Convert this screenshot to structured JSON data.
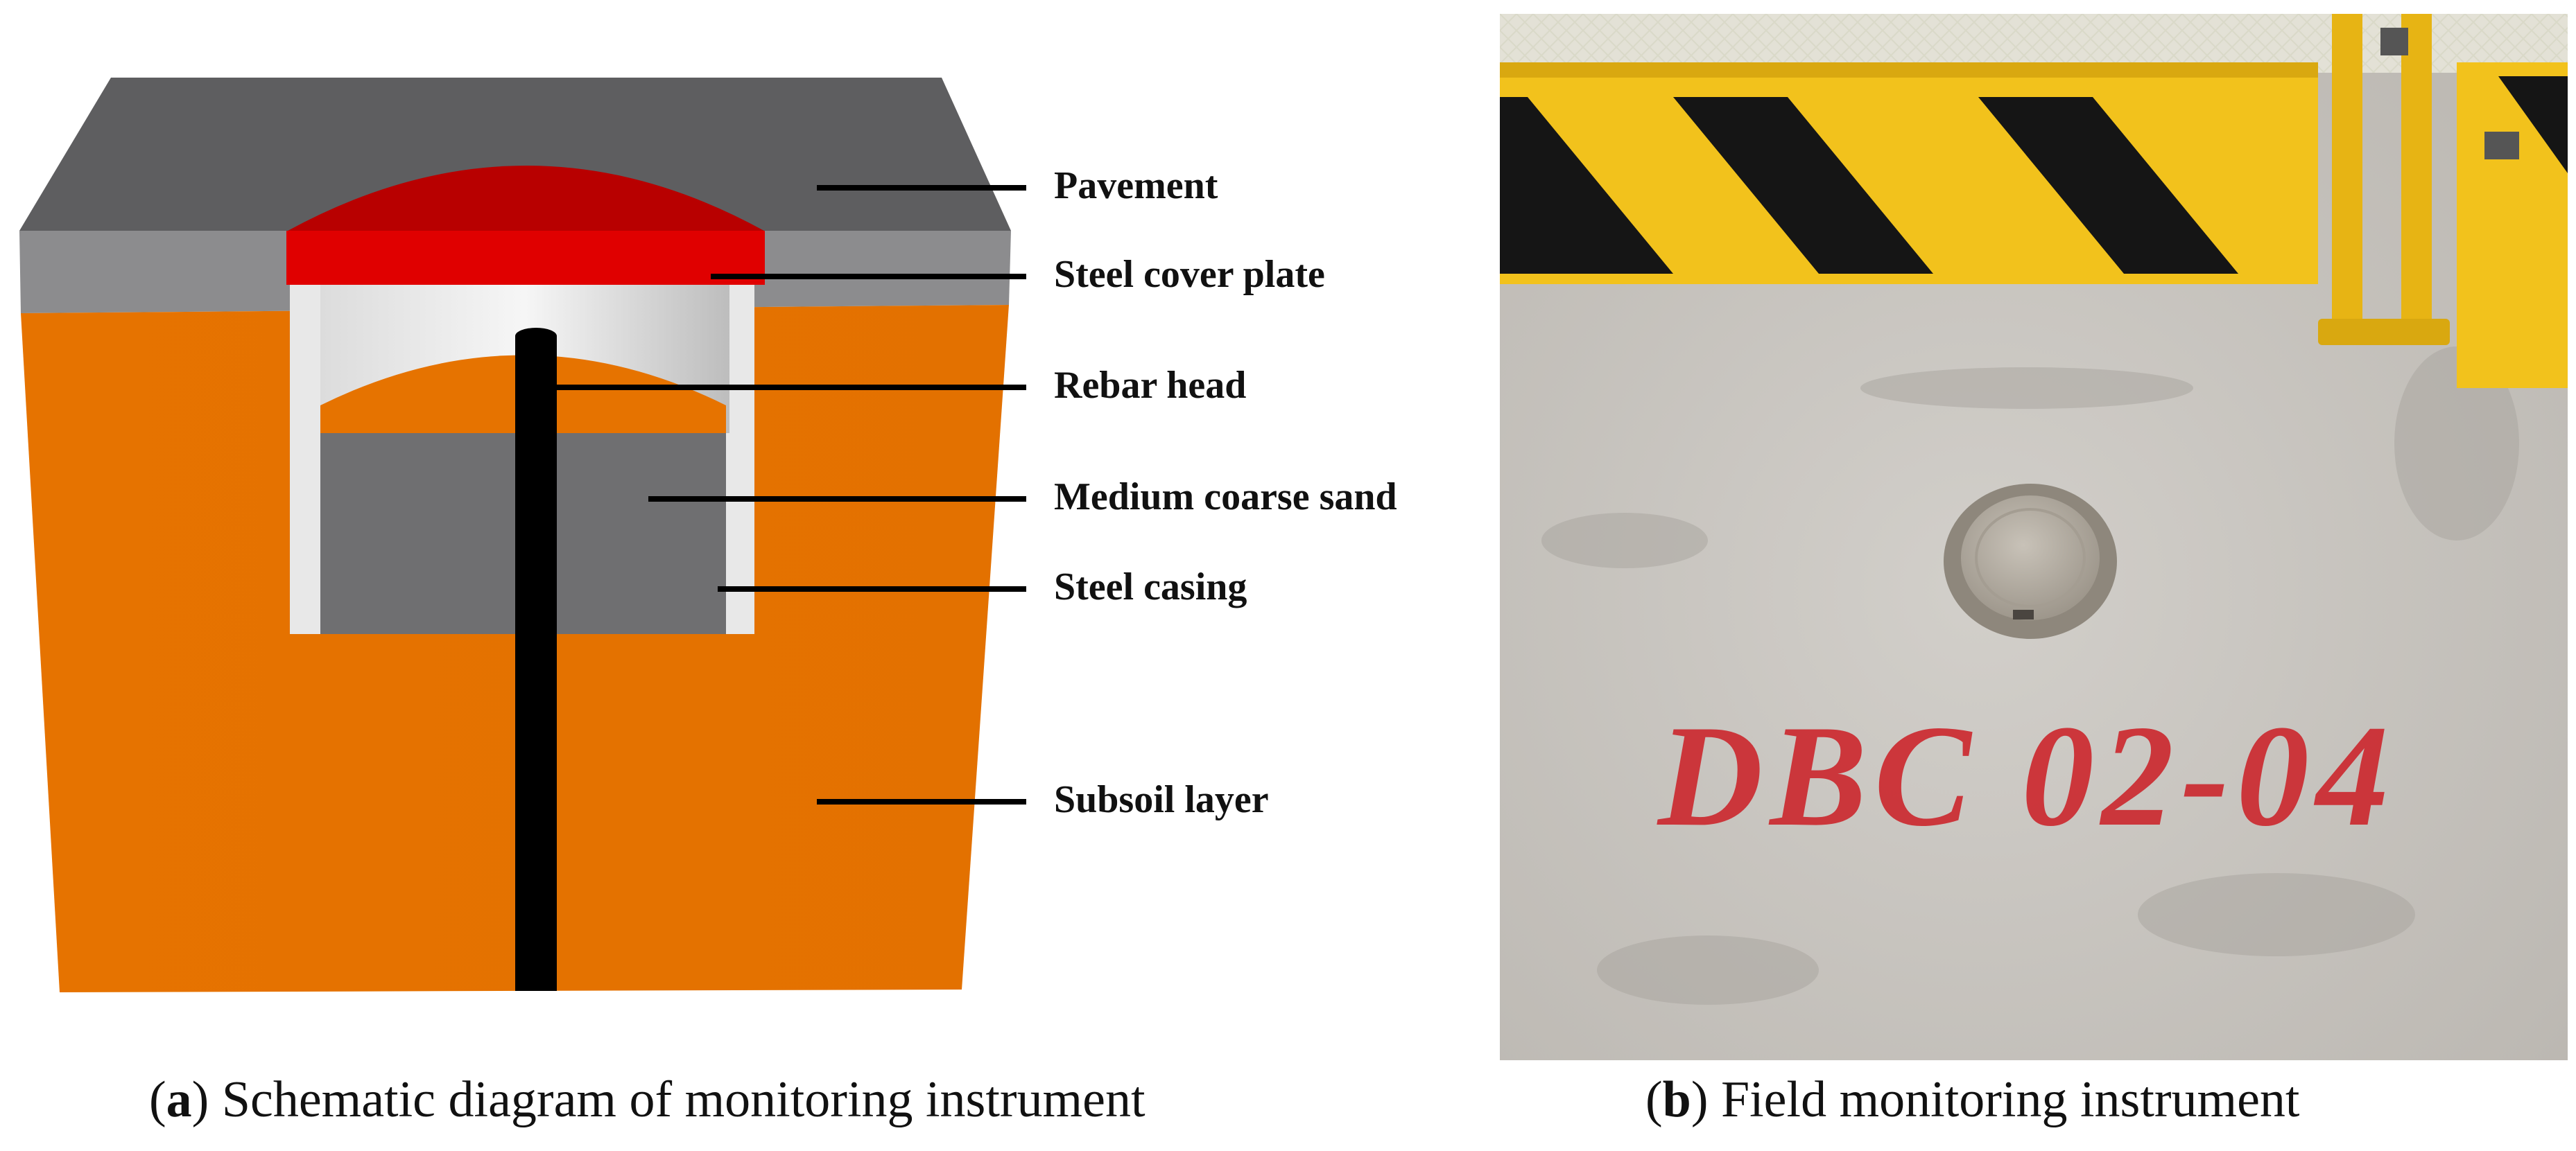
{
  "schematic": {
    "labels": {
      "pavement": "Pavement",
      "cover": "Steel cover plate",
      "rebar": "Rebar head",
      "sand": "Medium coarse sand",
      "casing": "Steel casing",
      "subsoil": "Subsoil layer"
    },
    "colors": {
      "pavement_top": "#5e5e60",
      "pavement_side": "#8c8c8e",
      "subsoil": "#e67300",
      "cover_plate": "#e00000",
      "casing": "#e8e8e8",
      "sand": "#6f6f71",
      "rebar": "#000000"
    }
  },
  "photo": {
    "marking": "DBC 02-04",
    "colors": {
      "barrier_yellow": "#f2c21c",
      "stripe_black": "#151515",
      "ground": "#c9c6c1",
      "paint_red": "#cc2a30"
    }
  },
  "captions": {
    "a": {
      "letter": "a",
      "text": " Schematic diagram of monitoring instrument"
    },
    "b": {
      "letter": "b",
      "text": " Field monitoring instrument"
    }
  }
}
